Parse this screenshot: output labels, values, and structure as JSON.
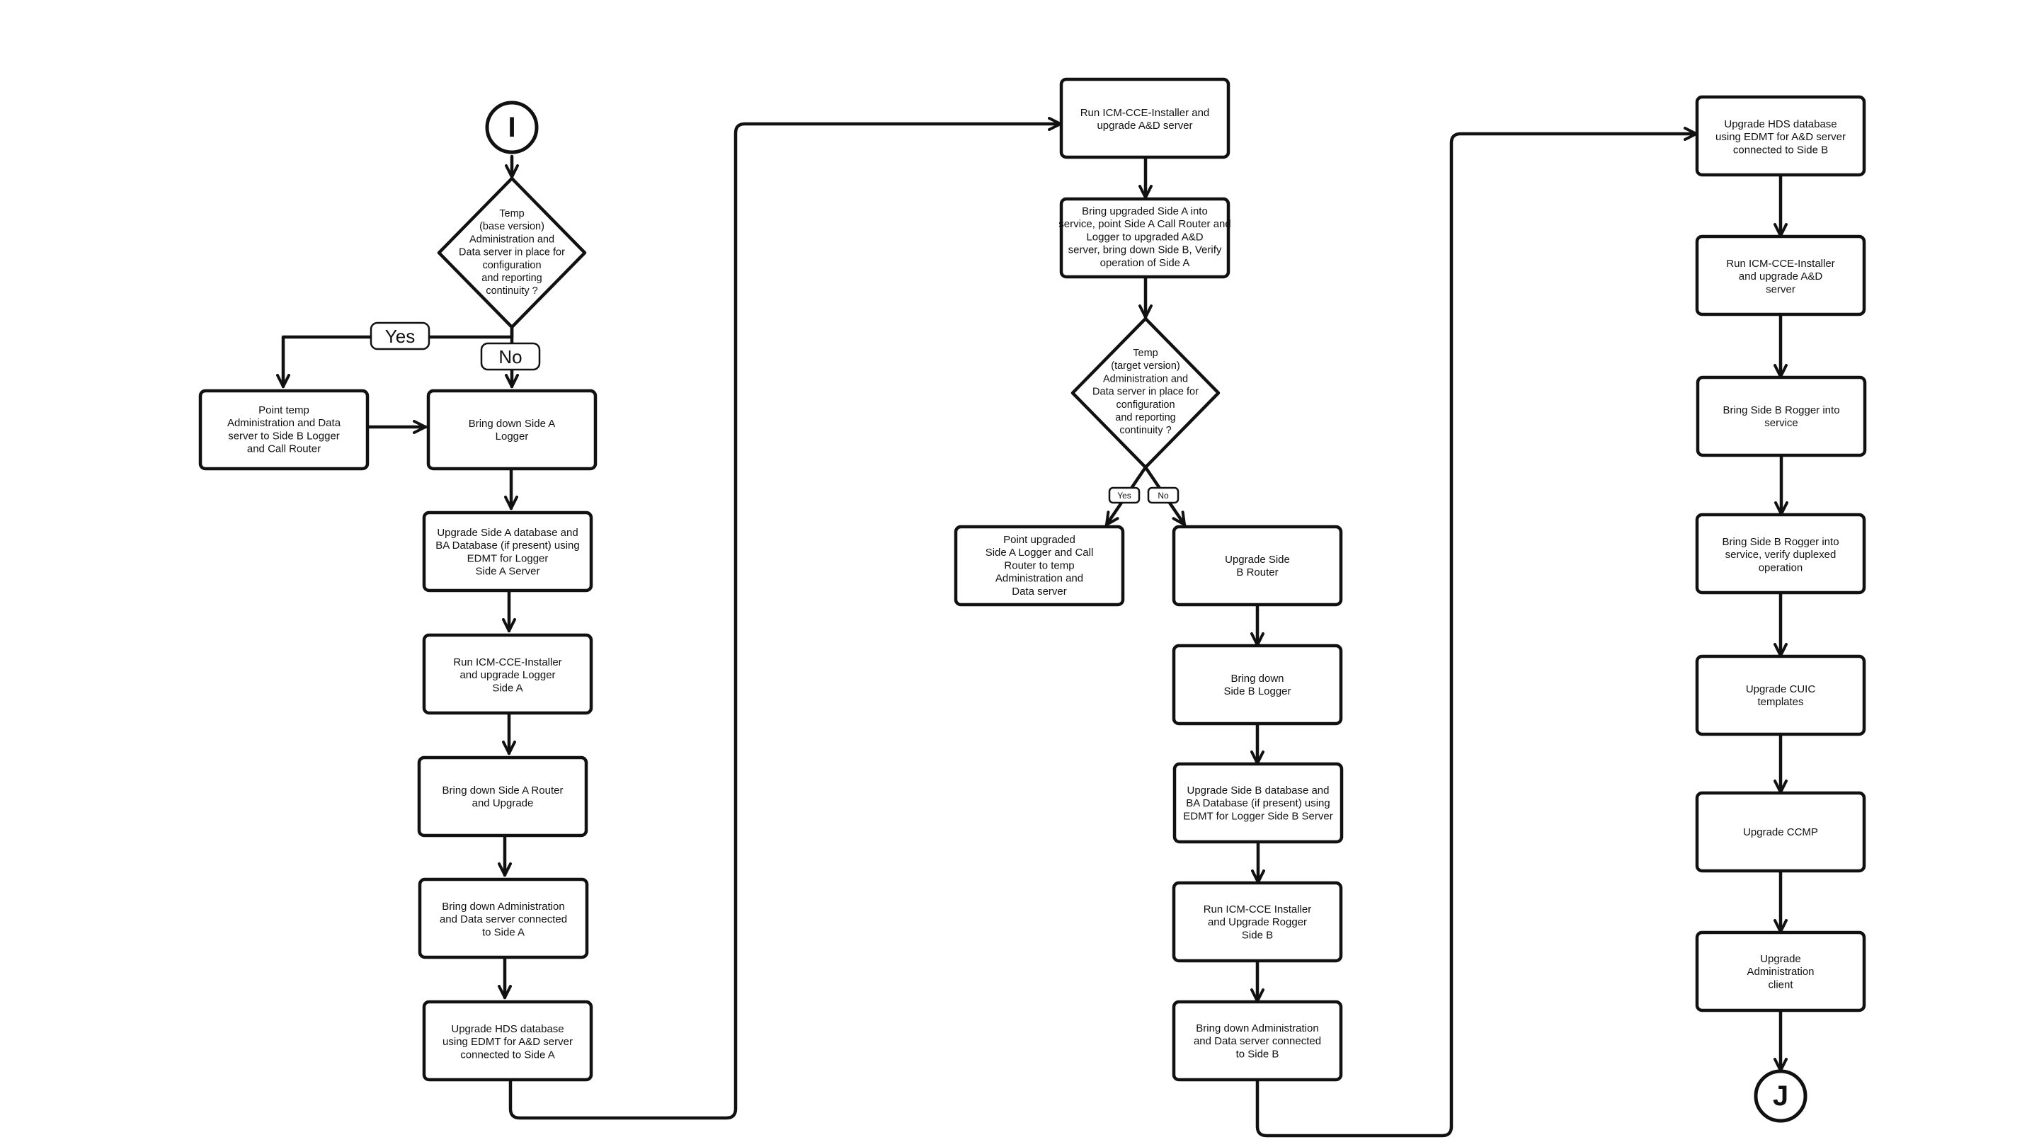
{
  "connectors": {
    "start": "I",
    "end": "J"
  },
  "decisions": {
    "temp_base": [
      "Temp",
      "(base version)",
      "Administration and",
      "Data server in place for",
      "configuration",
      "and reporting",
      "continuity ?"
    ],
    "temp_target": [
      "Temp",
      "(target version)",
      "Administration and",
      "Data server in place for",
      "configuration",
      "and reporting",
      "continuity ?"
    ]
  },
  "edge_labels": {
    "yes": "Yes",
    "no": "No"
  },
  "column1": {
    "point_temp": [
      "Point temp",
      "Administration and Data",
      "server to Side B Logger",
      "and Call Router"
    ],
    "bring_down_logger": [
      "Bring down Side A",
      "Logger"
    ],
    "upgrade_side_a_db": [
      "Upgrade Side A database and",
      "BA Database (if present) using",
      "EDMT for Logger",
      "Side A Server"
    ],
    "run_installer_logger": [
      "Run ICM-CCE-Installer",
      "and upgrade Logger",
      "Side A"
    ],
    "bring_down_router": [
      "Bring down Side A Router",
      "and Upgrade"
    ],
    "bring_down_admin": [
      "Bring down Administration",
      "and Data server connected",
      "to Side A"
    ],
    "upgrade_hds": [
      "Upgrade HDS database",
      "using EDMT for A&D server",
      "connected to Side A"
    ]
  },
  "column2": {
    "run_installer_ad": [
      "Run ICM-CCE-Installer and",
      "upgrade A&D server"
    ],
    "bring_upgraded_side_a": [
      "Bring upgraded Side A into",
      "service, point Side A Call Router and",
      "Logger to upgraded A&D",
      "server, bring down Side B, Verify",
      "operation of Side A"
    ],
    "point_upgraded": [
      "Point upgraded",
      "Side A Logger and Call",
      "Router to temp",
      "Administration and",
      "Data server"
    ],
    "upgrade_side_b_router": [
      "Upgrade Side",
      "B Router"
    ],
    "bring_down_side_b_logger": [
      "Bring down",
      "Side B Logger"
    ],
    "upgrade_side_b_db": [
      "Upgrade Side B database and",
      "BA Database (if present) using",
      "EDMT for Logger Side B Server"
    ],
    "run_installer_rogger": [
      "Run ICM-CCE Installer",
      "and Upgrade Rogger",
      "Side B"
    ],
    "bring_down_admin_b": [
      "Bring down Administration",
      "and Data server connected",
      "to Side B"
    ]
  },
  "column3": {
    "upgrade_hds_b": [
      "Upgrade HDS database",
      "using EDMT for A&D server",
      "connected to Side B"
    ],
    "run_installer_ad_b": [
      "Run ICM-CCE-Installer",
      "and upgrade A&D",
      "server"
    ],
    "bring_rogger_into_service": [
      "Bring Side B Rogger into",
      "service"
    ],
    "bring_rogger_verify": [
      "Bring Side B Rogger into",
      "service, verify duplexed",
      "operation"
    ],
    "upgrade_cuic": [
      "Upgrade CUIC",
      "templates"
    ],
    "upgrade_ccmp": [
      "Upgrade CCMP"
    ],
    "upgrade_admin_client": [
      "Upgrade",
      "Administration",
      "client"
    ]
  }
}
